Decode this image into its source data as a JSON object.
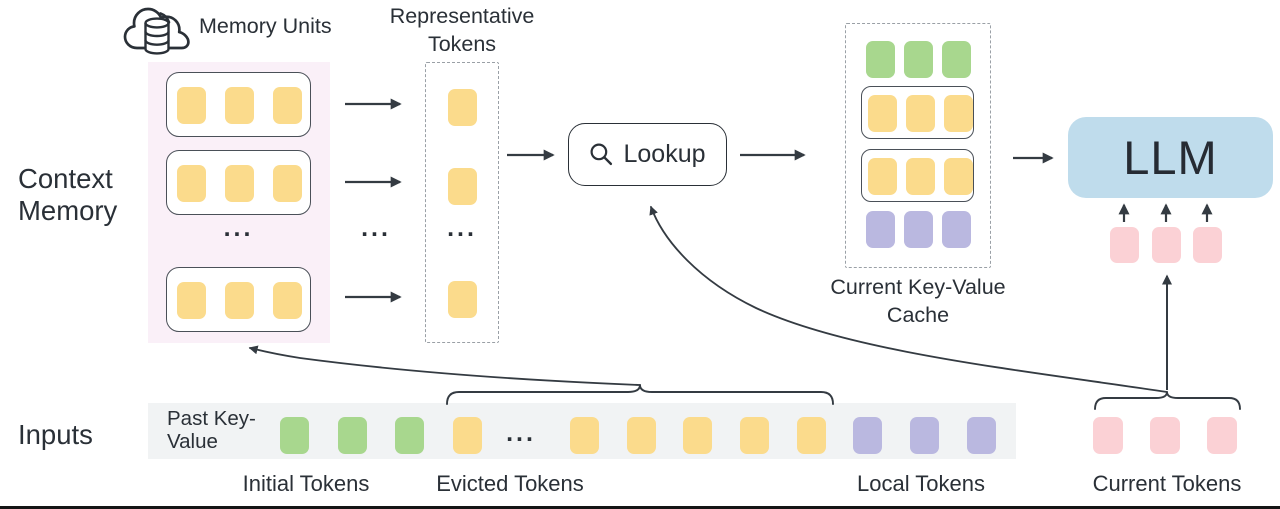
{
  "labels": {
    "context_memory": "Context Memory",
    "inputs": "Inputs",
    "memory_units": "Memory Units",
    "representative_tokens": "Representative Tokens",
    "lookup": "Lookup",
    "current_kv_cache": "Current Key-Value Cache",
    "llm": "LLM",
    "past_key_value": "Past Key-Value",
    "initial_tokens": "Initial Tokens",
    "evicted_tokens": "Evicted Tokens",
    "local_tokens": "Local Tokens",
    "current_tokens": "Current Tokens",
    "ellipsis": "..."
  },
  "icons": {
    "memory_units_icon": "cloud-database-icon",
    "lookup_icon": "search-icon"
  },
  "colors": {
    "token_yellow": "#FBDB8C",
    "token_green": "#A8D78E",
    "token_purple": "#BAB8E0",
    "token_pink": "#FBD1D5",
    "llm_blue": "#BFDCEC",
    "memory_panel_pink": "#FAF0F8",
    "input_strip_gray": "#F1F3F4",
    "ink": "#2A3037"
  },
  "structure": {
    "context_memory_panel": {
      "visible_memory_units": 3,
      "tokens_per_unit": 3,
      "token_color": "yellow",
      "has_ellipsis_between_units": true
    },
    "representative_tokens_box": {
      "visible_tokens": 3,
      "token_color": "yellow",
      "has_ellipsis": true
    },
    "current_kv_cache_rows": [
      {
        "type": "token-row",
        "color": "green",
        "count": 3
      },
      {
        "type": "memory-unit",
        "color": "yellow",
        "count": 3
      },
      {
        "type": "memory-unit",
        "color": "yellow",
        "count": 3
      },
      {
        "type": "token-row",
        "color": "purple",
        "count": 3
      }
    ],
    "llm_input_tokens": {
      "color": "pink",
      "count": 3
    },
    "past_key_value_sequence": [
      {
        "group": "initial_tokens",
        "color": "green",
        "count": 3
      },
      {
        "group": "evicted_tokens",
        "color": "yellow",
        "count": 6,
        "ellipsis_after_first": true
      },
      {
        "group": "local_tokens",
        "color": "purple",
        "count": 3
      }
    ],
    "current_tokens_group": {
      "color": "pink",
      "count": 3
    }
  }
}
